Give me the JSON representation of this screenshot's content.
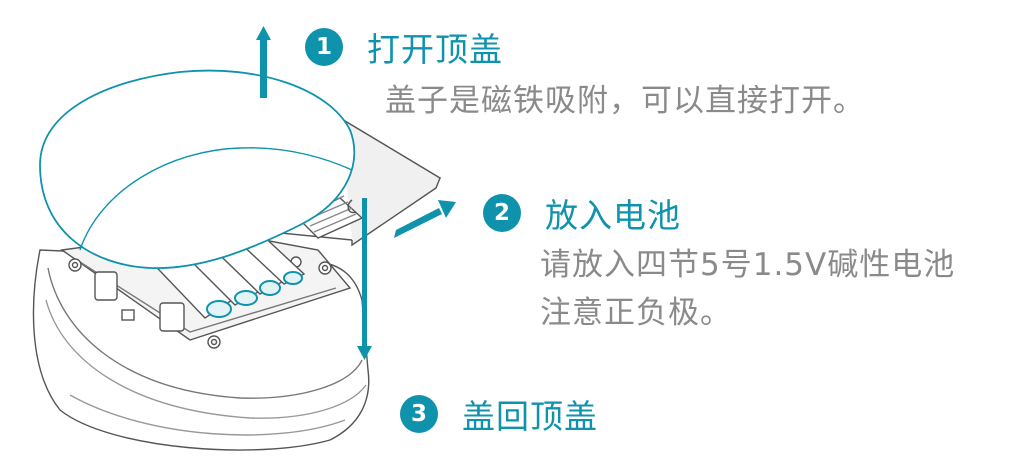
{
  "colors": {
    "accent": "#0f93ad",
    "description_text": "#8a8a8a",
    "outline": "#555555"
  },
  "steps": [
    {
      "number": "1",
      "title": "打开顶盖",
      "description": [
        "盖子是磁铁吸附，可以直接打开。"
      ]
    },
    {
      "number": "2",
      "title": "放入电池",
      "description": [
        "请放入四节5号1.5V碱性电池",
        "注意正负极。"
      ]
    },
    {
      "number": "3",
      "title": "盖回顶盖",
      "description": []
    }
  ],
  "illustration": {
    "battery_count": 4,
    "arrows": [
      "up-arrow-icon",
      "diagonal-arrow-icon",
      "down-arrow-icon"
    ]
  }
}
